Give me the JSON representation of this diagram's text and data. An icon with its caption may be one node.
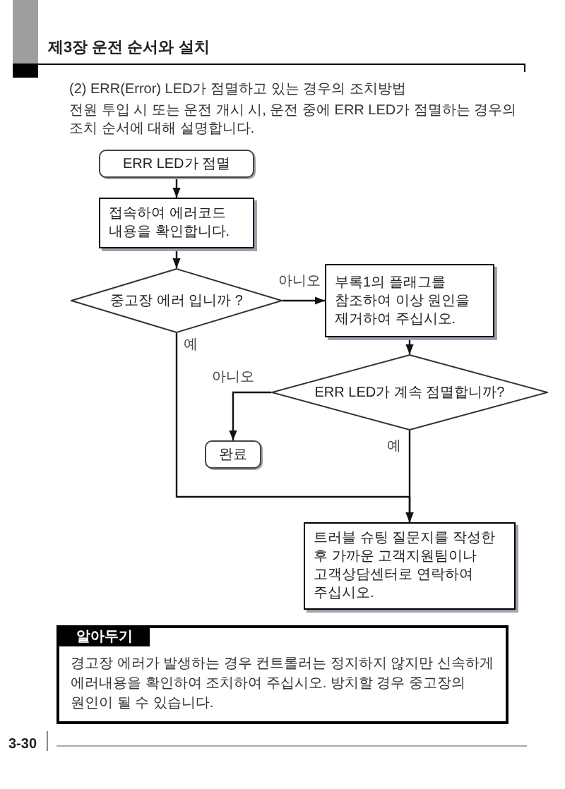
{
  "diagram": {
    "title": "(2) ERR(Error) LED가 점멸하고 있는 경우의 조치방법",
    "nodes": [
      {
        "text": [
          "ERR LED가 점멸"
        ]
      },
      {
        "text": [
          "접속하여 에러코드 내용을 확인합니다."
        ]
      },
      {
        "text": [
          "중고장 에러 입니까 ?"
        ]
      },
      {
        "text": [
          "부록1의 플래그를 참조하여 이상 원인을 제거하여 주십시오."
        ]
      },
      {
        "text": [
          "ERR LED가 계속 점멸합니까?"
        ]
      },
      {
        "text": [
          "완료"
        ]
      },
      {
        "text": [
          "트러블 슈팅 질문지를 작성한 후 가까운 고객지원팀이나 고객상담센터로 연락하여 주십시오."
        ]
      },
      {
        "text": [
          "알아두기",
          "경고장 에러가 발생하는 경우 컨트롤러는 정지하지 않지만 신속하게 에러내용을 확인하여 조치하여 주십시오. 방치할 경우 중고장의 원인이 될 수 있습니다."
        ]
      }
    ],
    "edges": [
      {
        "from": 0,
        "to": 1,
        "arrow": "to"
      },
      {
        "from": 1,
        "to": 2,
        "arrow": "to"
      },
      {
        "from": 2,
        "to": 3,
        "arrow": "to",
        "label": "아니오"
      },
      {
        "from": 3,
        "to": 4,
        "arrow": "to"
      },
      {
        "from": 4,
        "to": 5,
        "arrow": "to",
        "label": "아니오"
      },
      {
        "from": 2,
        "to": 6,
        "arrow": "to",
        "label": "예"
      },
      {
        "from": 4,
        "to": 6,
        "arrow": "to",
        "label": "예"
      }
    ],
    "labels": [
      "제3장 운전 순서와 설치",
      "전원 투입 시 또는 운전 개시 시, 운전 중에 ERR LED가 점멸하는 경우의 조치 순서에 대해 설명합니다.",
      "3-30"
    ]
  }
}
